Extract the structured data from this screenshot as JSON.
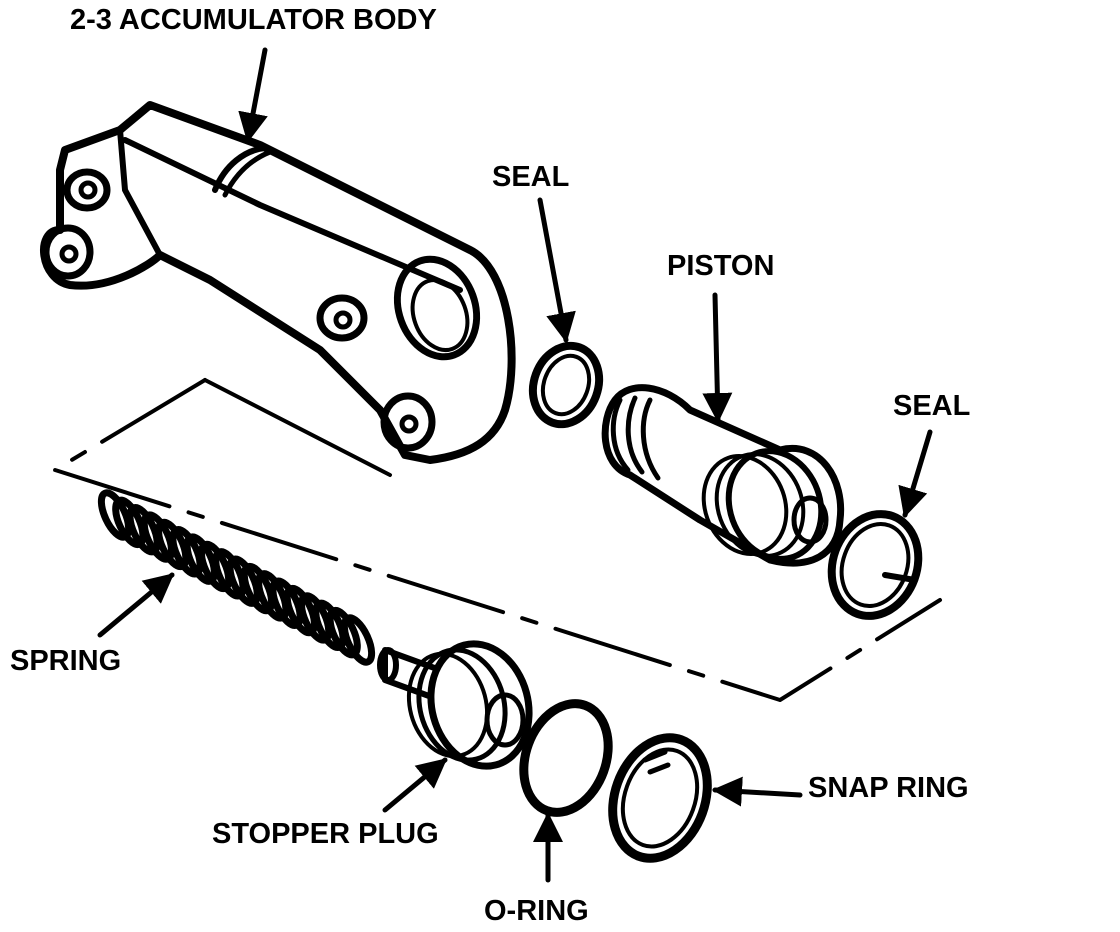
{
  "labels": {
    "accumulator_body": "2-3 ACCUMULATOR BODY",
    "seal_top": "SEAL",
    "piston": "PISTON",
    "seal_right": "SEAL",
    "spring": "SPRING",
    "stopper_plug": "STOPPER PLUG",
    "o_ring": "O-RING",
    "snap_ring": "SNAP RING"
  },
  "colors": {
    "ink": "#000000",
    "paper": "#ffffff"
  }
}
